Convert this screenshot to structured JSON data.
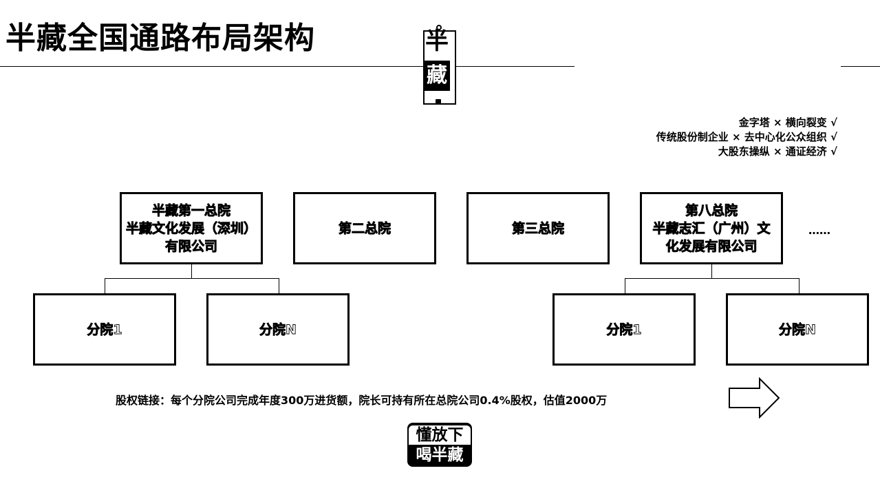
{
  "title": "半藏全国通路布局架构",
  "logo": {
    "char1": "半",
    "char2": "藏"
  },
  "tags": [
    "金字塔 ×  横向裂变 √",
    "传统股份制企业 × 去中心化公众组织 √",
    "大股东操纵 × 通证经济 √"
  ],
  "hq": [
    {
      "name": "半藏第一总院",
      "company_line1": "半藏文化发展（深圳）",
      "company_line2": "有限公司"
    },
    {
      "name": "第二总院"
    },
    {
      "name": "第三总院"
    },
    {
      "name": "第八总院",
      "company_line1": "半藏志汇（广州）文",
      "company_line2": "化发展有限公司"
    }
  ],
  "more": "……",
  "branches_left": [
    "分院1",
    "分院N"
  ],
  "branches_right": [
    "分院1",
    "分院N"
  ],
  "equity_note": "股权链接：每个分院公司完成年度300万进货额，院长可持有所在总院公司0.4%股权，估值2000万",
  "stamp": {
    "line1": "懂放下",
    "line2": "喝半藏"
  }
}
